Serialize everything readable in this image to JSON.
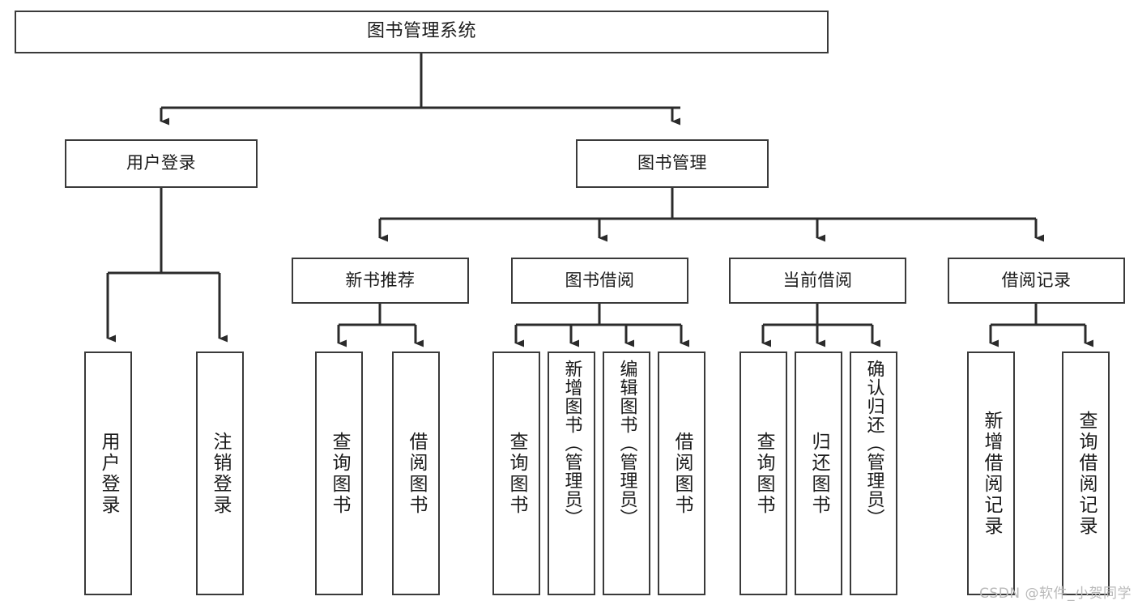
{
  "diagram": {
    "title": "图书管理系统",
    "type": "tree",
    "root": {
      "id": "root",
      "label": "图书管理系统"
    },
    "branches": [
      {
        "id": "user-login",
        "label": "用户登录",
        "children": [
          {
            "id": "user-login-do",
            "label": "用户登录"
          },
          {
            "id": "user-logout",
            "label": "注销登录"
          }
        ]
      },
      {
        "id": "book-management",
        "label": "图书管理",
        "categories": [
          {
            "id": "new-book-recommend",
            "label": "新书推荐",
            "children": [
              {
                "id": "nbr-query-book",
                "label": "查询图书"
              },
              {
                "id": "nbr-borrow-book",
                "label": "借阅图书"
              }
            ]
          },
          {
            "id": "book-borrow",
            "label": "图书借阅",
            "children": [
              {
                "id": "bb-query-book",
                "label": "查询图书"
              },
              {
                "id": "bb-add-book",
                "label": "新增图书（管理员）"
              },
              {
                "id": "bb-edit-book",
                "label": "编辑图书（管理员）"
              },
              {
                "id": "bb-borrow-book",
                "label": "借阅图书"
              }
            ]
          },
          {
            "id": "current-borrow",
            "label": "当前借阅",
            "children": [
              {
                "id": "cb-query-book",
                "label": "查询图书"
              },
              {
                "id": "cb-return-book",
                "label": "归还图书"
              },
              {
                "id": "cb-confirm-return",
                "label": "确认归还（管理员）"
              }
            ]
          },
          {
            "id": "borrow-record",
            "label": "借阅记录",
            "children": [
              {
                "id": "br-add-record",
                "label": "新增借阅记录"
              },
              {
                "id": "br-query-record",
                "label": "查询借阅记录"
              }
            ]
          }
        ]
      }
    ]
  },
  "watermark": {
    "text": "CSDN @软件_小贺同学"
  },
  "colors": {
    "box_border": "#3a3a3a",
    "box_fill": "#ffffff",
    "connector": "#2b2b2b",
    "text": "#1b1b1b",
    "watermark": "#b9b9b9",
    "background": "#ffffff"
  }
}
